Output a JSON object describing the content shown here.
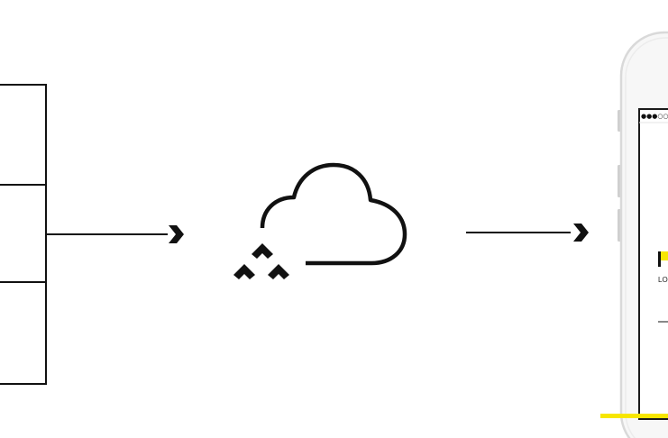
{
  "diagram": {
    "source": {
      "icon": "server-rack-icon",
      "rows": 3
    },
    "cloud": {
      "icon": "cloud-icon",
      "logo": "chevron-cluster-logo"
    },
    "device": {
      "icon": "smartphone-icon",
      "status_signal": "●●●○○",
      "label_fragment": "LO"
    },
    "colors": {
      "stroke": "#111111",
      "accent": "#f7e600",
      "phone_frame": "#d9d9d9"
    }
  }
}
